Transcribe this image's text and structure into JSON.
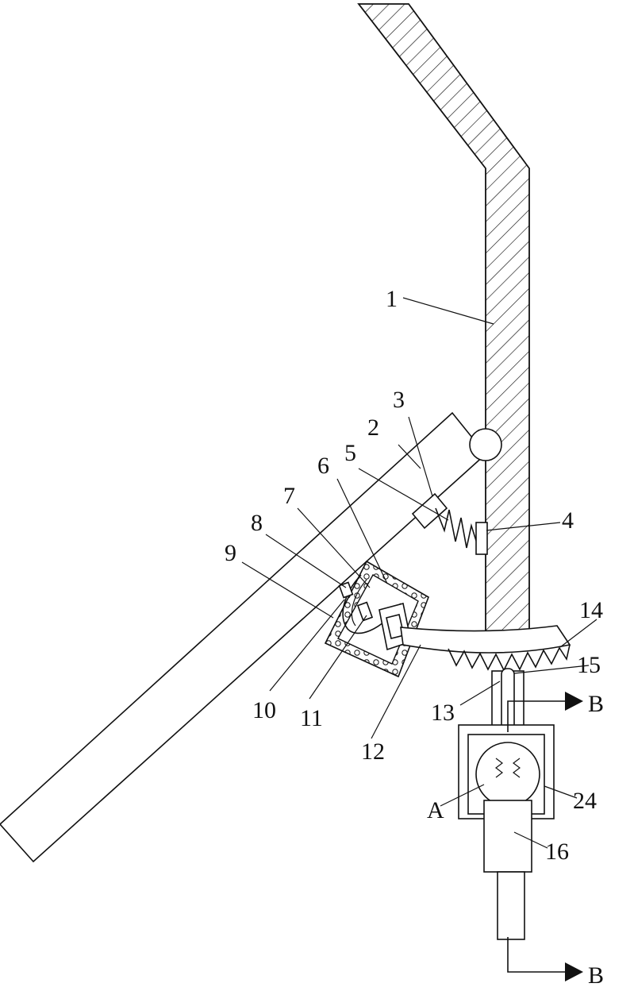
{
  "labels": {
    "n1": "1",
    "n2": "2",
    "n3": "3",
    "n4": "4",
    "n5": "5",
    "n6": "6",
    "n7": "7",
    "n8": "8",
    "n9": "9",
    "n10": "10",
    "n11": "11",
    "n12": "12",
    "n13": "13",
    "n14": "14",
    "n15": "15",
    "n16": "16",
    "n24": "24",
    "A": "A",
    "B_top": "B",
    "B_bottom": "B"
  },
  "colors": {
    "line": "#111111",
    "background": "#ffffff"
  }
}
